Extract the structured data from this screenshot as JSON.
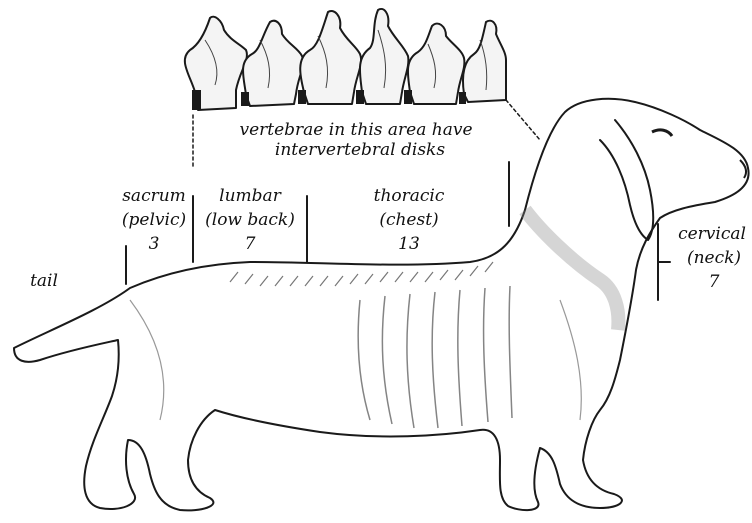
{
  "diagram": {
    "header_note": {
      "line1": "vertebrae in this area have",
      "line2": "intervertebral disks"
    },
    "regions": [
      {
        "id": "tail",
        "name": "tail",
        "detail": "",
        "count": ""
      },
      {
        "id": "sacrum",
        "name": "sacrum",
        "detail": "(pelvic)",
        "count": "3"
      },
      {
        "id": "lumbar",
        "name": "lumbar",
        "detail": "(low back)",
        "count": "7"
      },
      {
        "id": "thoracic",
        "name": "thoracic",
        "detail": "(chest)",
        "count": "13"
      },
      {
        "id": "cervical",
        "name": "cervical",
        "detail": "(neck)",
        "count": "7"
      }
    ]
  }
}
